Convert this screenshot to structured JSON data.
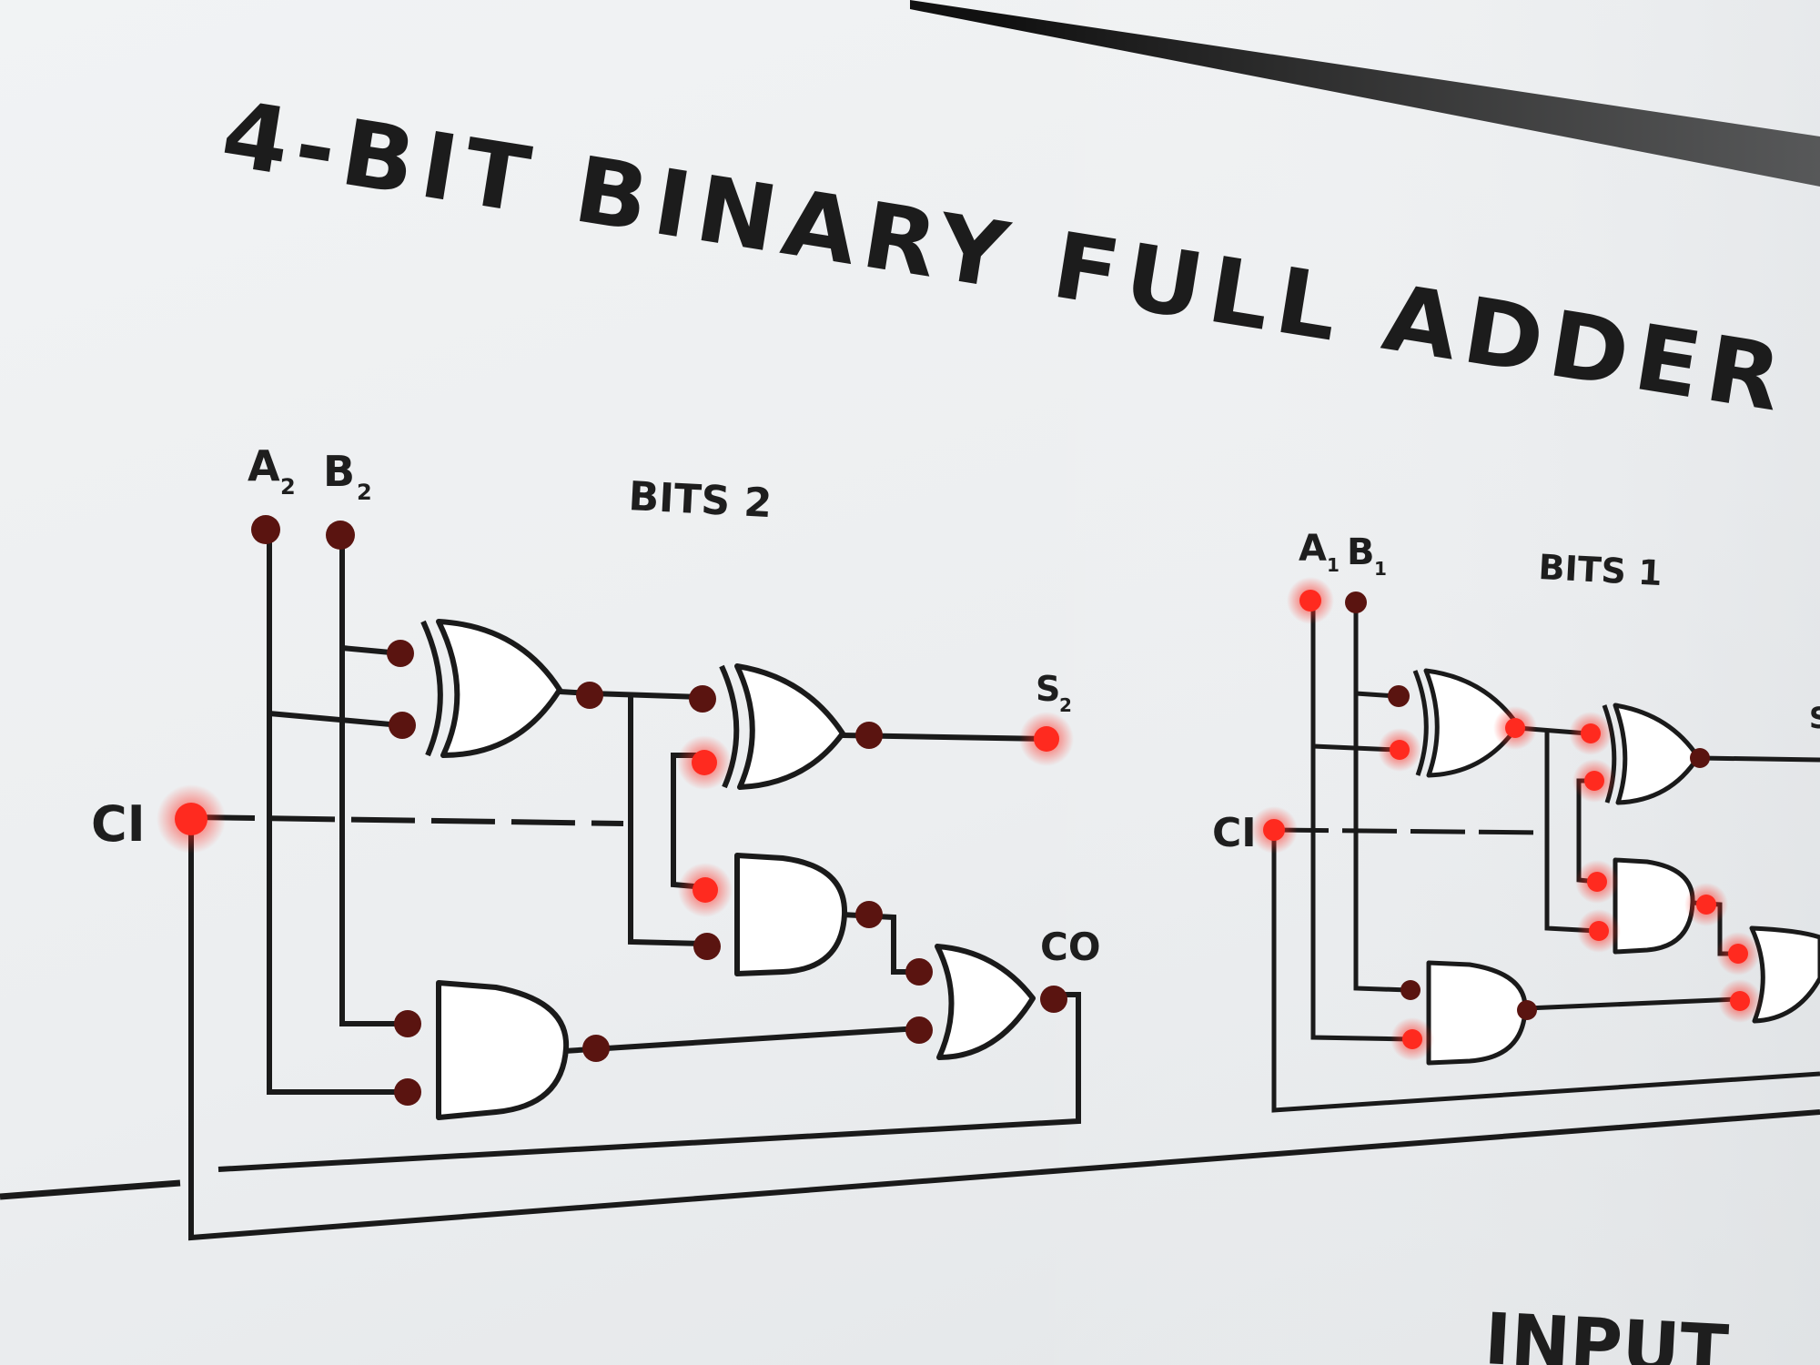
{
  "title": "4-BIT BINARY FULL ADDER",
  "bits2": {
    "heading": "BITS 2",
    "a_label": "A",
    "a_sub": "2",
    "b_label": "B",
    "b_sub": "2",
    "ci_label": "CI",
    "sum_label": "S",
    "sum_sub": "2",
    "co_label": "CO"
  },
  "bits1": {
    "heading": "BITS 1",
    "a_label": "A",
    "a_sub": "1",
    "b_label": "B",
    "b_sub": "1",
    "ci_label": "CI",
    "sum_label_partial": "S"
  },
  "bottom_label": "INPUT",
  "colors": {
    "panel": "#f4f5f6",
    "ink": "#1a1a1a",
    "led_on": "#ff2a1f",
    "led_off": "#5a1410",
    "frame": "#111111"
  },
  "leds": {
    "bits2": {
      "a2": "off",
      "b2": "off",
      "ci": "on",
      "xor1_in_top": "off",
      "xor1_in_bottom": "off",
      "xor1_out": "off",
      "xor2_in_top": "off",
      "xor2_in_bottom": "on",
      "xor2_out": "off",
      "s2": "on",
      "and1_in_top": "on",
      "and1_in_bottom": "off",
      "and1_out": "off",
      "or_in_top": "off",
      "or_in_bottom": "off",
      "co": "off",
      "and2_in_top": "off",
      "and2_in_bottom": "off",
      "and2_out": "off"
    },
    "bits1": {
      "a1": "on",
      "b1": "off",
      "ci": "on",
      "xor1_in_top": "off",
      "xor1_in_bottom": "on",
      "xor1_out": "on",
      "xor2_in_top": "on",
      "xor2_in_bottom": "on",
      "xor2_out": "off",
      "and1_in_top": "on",
      "and1_in_bottom": "on",
      "and1_out": "on",
      "or_in_top": "on",
      "or_in_bottom": "on",
      "and2_in_top": "off",
      "and2_in_bottom": "on",
      "and2_out": "off"
    }
  }
}
